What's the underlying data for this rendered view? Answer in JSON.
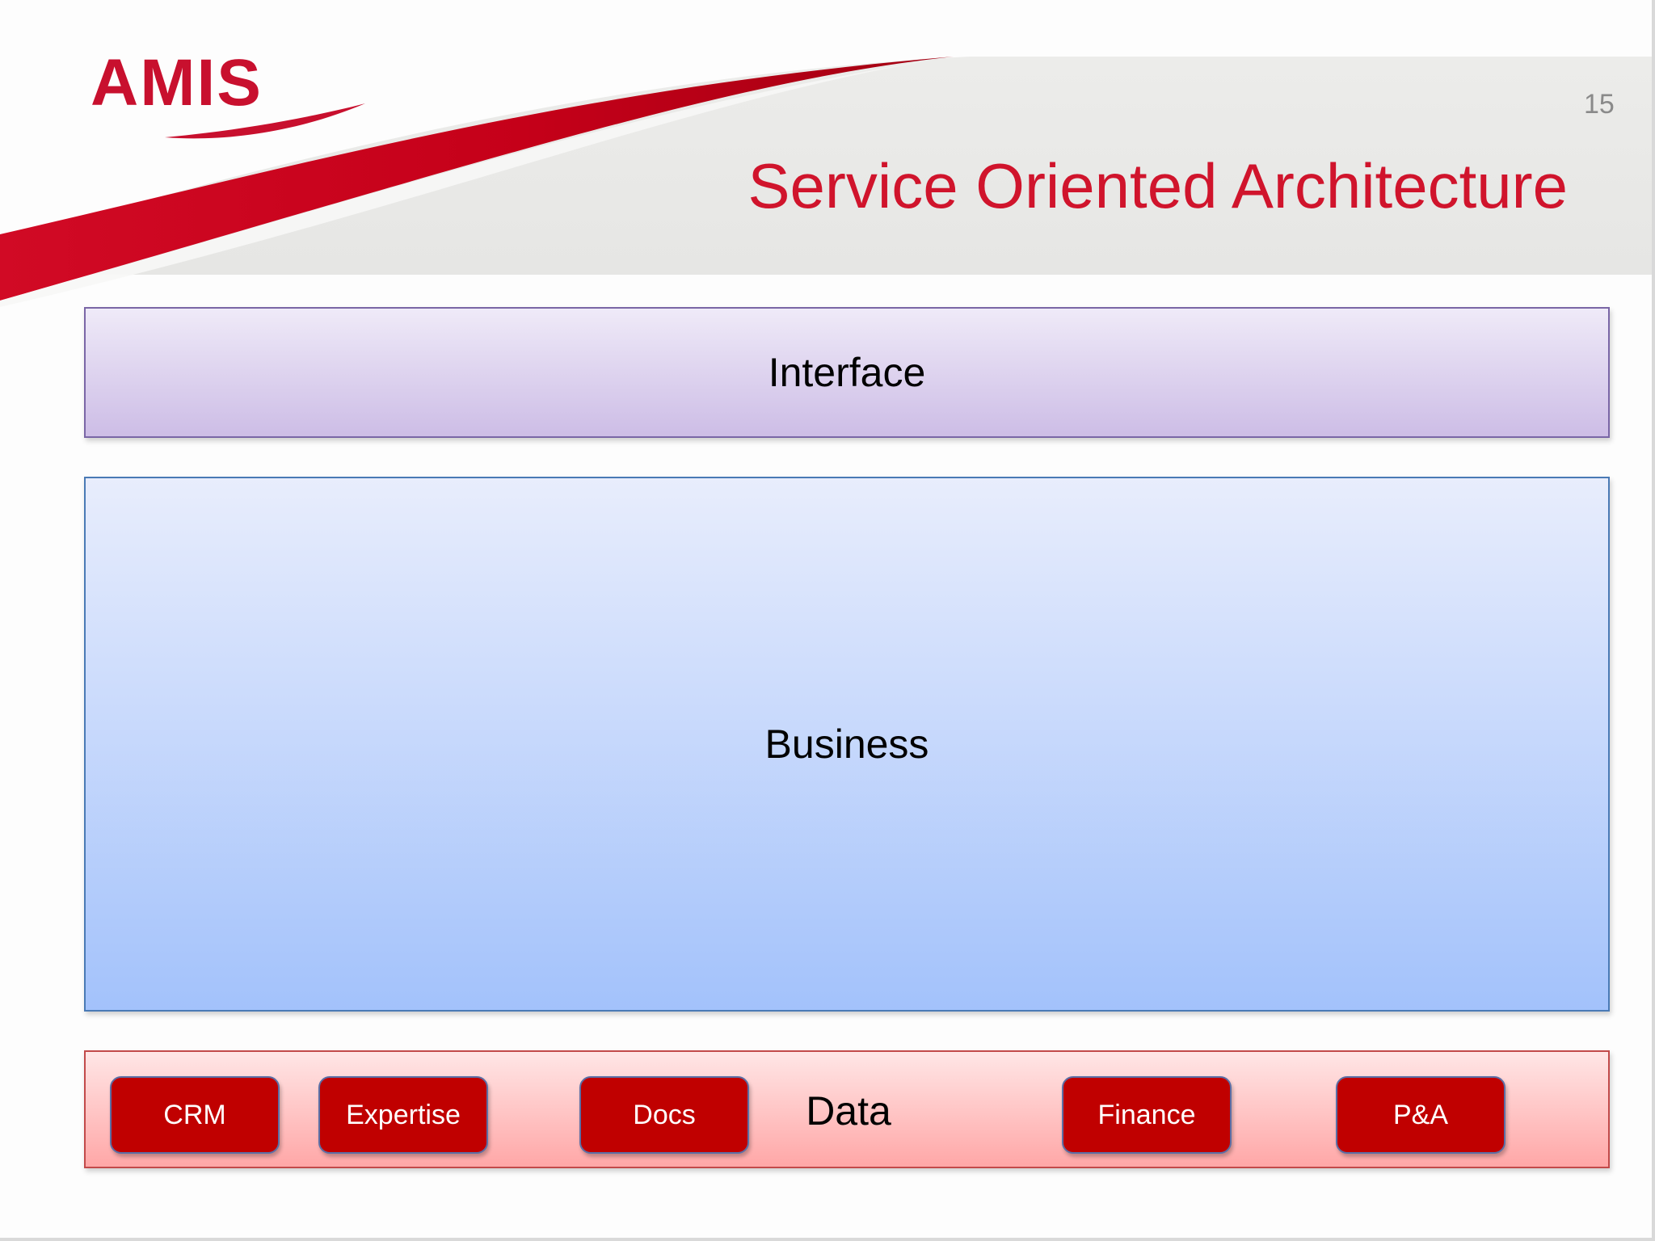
{
  "header": {
    "logo_text": "AMIS",
    "page_number": "15",
    "title": "Service Oriented Architecture"
  },
  "layers": {
    "interface": "Interface",
    "business": "Business",
    "data": "Data"
  },
  "data_services": [
    "CRM",
    "Expertise",
    "Docs",
    "Finance",
    "P&A"
  ],
  "colors": {
    "brand_red": "#c8102e",
    "title_red": "#d0142c",
    "service_fill": "#c00000",
    "interface_fill": "#cdbde6",
    "business_fill": "#a3c2fb",
    "data_fill": "#ffa7a7"
  }
}
